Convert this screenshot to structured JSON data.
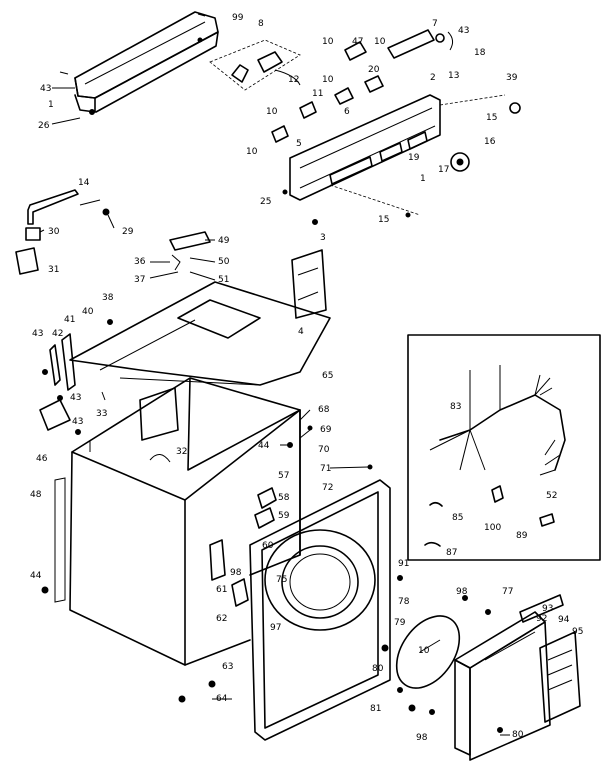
{
  "labels": [
    "99",
    "8",
    "10",
    "47",
    "10",
    "7",
    "43",
    "18",
    "43",
    "1",
    "26",
    "12",
    "11",
    "10",
    "20",
    "2",
    "13",
    "39",
    "6",
    "10",
    "15",
    "10",
    "5",
    "16",
    "19",
    "17",
    "1",
    "14",
    "30",
    "29",
    "25",
    "15",
    "3",
    "31",
    "49",
    "36",
    "50",
    "37",
    "51",
    "38",
    "4",
    "43",
    "42",
    "41",
    "40",
    "43",
    "65",
    "43",
    "33",
    "32",
    "68",
    "46",
    "69",
    "44",
    "70",
    "71",
    "48",
    "57",
    "72",
    "83",
    "58",
    "59",
    "52",
    "60",
    "85",
    "100",
    "87",
    "89",
    "98",
    "91",
    "61",
    "62",
    "75",
    "97",
    "98",
    "77",
    "93",
    "94",
    "78",
    "92",
    "95",
    "79",
    "44",
    "10",
    "63",
    "80",
    "64",
    "81",
    "98",
    "80"
  ]
}
